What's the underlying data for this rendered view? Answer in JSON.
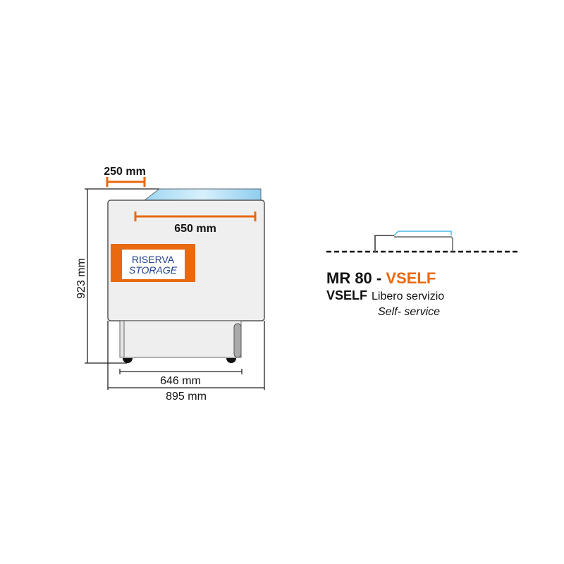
{
  "dimensions": {
    "top_depth": "250 mm",
    "inner_width": "650 mm",
    "height": "923 mm",
    "base_width": "646 mm",
    "total_width": "895 mm"
  },
  "label_panel": {
    "line1": "RISERVA",
    "line2": "STORAGE"
  },
  "model": {
    "name": "MR 80 - ",
    "variant": "VSELF",
    "code": "VSELF",
    "desc_it": "Libero servizio",
    "desc_en": "Self- service"
  },
  "colors": {
    "accent": "#e8690f",
    "glass": "#8fd0f0",
    "navy": "#1f3f8f"
  }
}
